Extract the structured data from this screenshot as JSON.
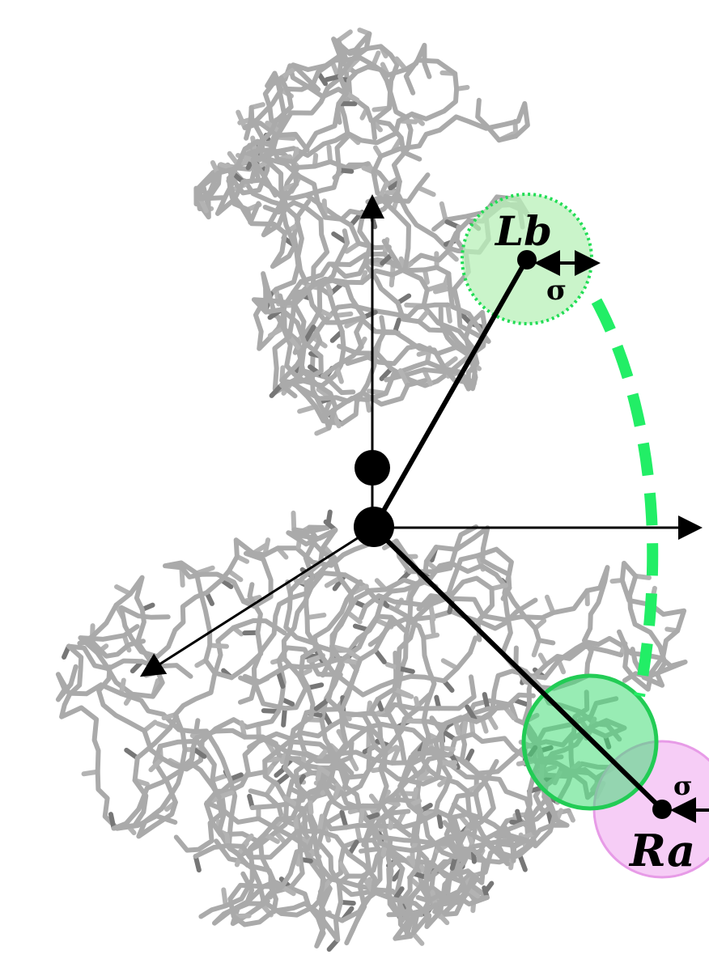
{
  "labels": {
    "ligand_site": "Lb",
    "receptor_site": "Ra",
    "sigma_ligand": "σ",
    "sigma_receptor": "σ"
  },
  "colors": {
    "ligand_sphere_fill": "#b8f0b8",
    "ligand_sphere_stroke": "#22dd55",
    "path_dash": "#22ee66",
    "receptor_overlap_fill": "#44dd77",
    "receptor_overlap_stroke": "#22cc55",
    "receptor_sphere_fill": "#f4c4f4",
    "receptor_sphere_stroke": "#e79be7",
    "protein_stick": "#aaaaaa",
    "axis": "#000000"
  },
  "icons": {
    "background": "protein-backbone-stick-model"
  }
}
